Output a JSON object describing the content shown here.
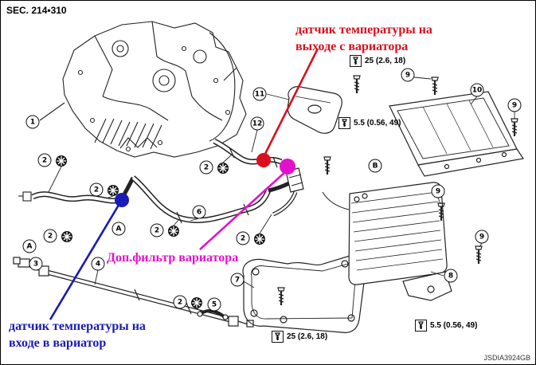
{
  "meta": {
    "sec_label": "SEC. 214•310",
    "diagram_id": "JSDIA3924GB"
  },
  "annotations": {
    "outlet": {
      "line1": "датчик температуры на",
      "line2": "выходе с вариатора",
      "color": "#d8101f"
    },
    "filter": {
      "label": "Доп.фильтр вариатора",
      "color": "#e311cb"
    },
    "inlet": {
      "line1": "датчик температуры на",
      "line2": "входе в вариатор",
      "color": "#1a1ab8"
    }
  },
  "torque": {
    "t25": "25 (2.6, 18)",
    "t55": "5.5 (0.56, 49)"
  },
  "callouts": {
    "c1": "1",
    "c2": "2",
    "c3": "3",
    "c4": "4",
    "c5": "5",
    "c6": "6",
    "c7": "7",
    "c8": "8",
    "c9": "9",
    "c10": "10",
    "c11": "11",
    "c12": "12"
  },
  "letters": {
    "a": "A",
    "b": "B"
  },
  "icons": {
    "clamp": "clamp-icon",
    "screw": "screw-icon",
    "bolt": "bolt-icon"
  }
}
